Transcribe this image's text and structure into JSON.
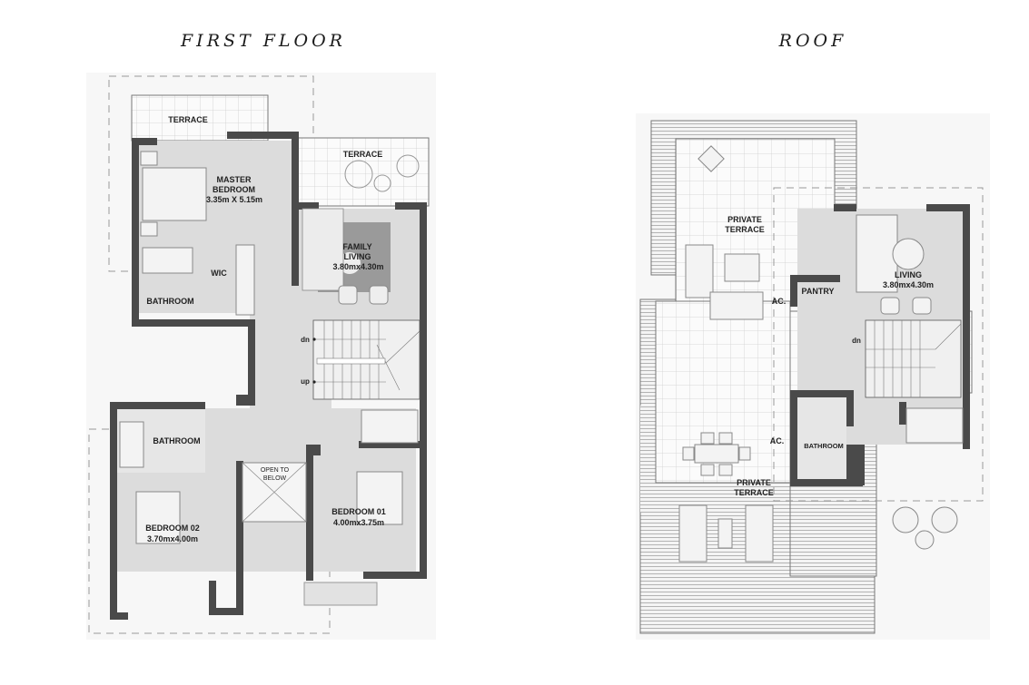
{
  "titles": {
    "first_floor": "FIRST FLOOR",
    "roof": "ROOF"
  },
  "first_floor": {
    "rooms": [
      {
        "id": "terrace-1",
        "name": "TERRACE"
      },
      {
        "id": "terrace-2",
        "name": "TERRACE"
      },
      {
        "id": "master-bedroom",
        "name": "MASTER\nBEDROOM",
        "size": "3.35m X 5.15m"
      },
      {
        "id": "family-living",
        "name": "FAMILY\nLIVING",
        "size": "3.80mx4.30m"
      },
      {
        "id": "wic",
        "name": "WIC"
      },
      {
        "id": "bathroom-master",
        "name": "BATHROOM"
      },
      {
        "id": "bathroom",
        "name": "BATHROOM"
      },
      {
        "id": "open-to-below",
        "name": "OPEN TO\nBELOW"
      },
      {
        "id": "bedroom-01",
        "name": "BEDROOM 01",
        "size": "4.00mx3.75m"
      },
      {
        "id": "bedroom-02",
        "name": "BEDROOM 02",
        "size": "3.70mx4.00m"
      }
    ],
    "stairs": {
      "down": "dn",
      "up": "up"
    }
  },
  "roof": {
    "rooms": [
      {
        "id": "private-terrace-1",
        "name": "PRIVATE\nTERRACE"
      },
      {
        "id": "living",
        "name": "LIVING",
        "size": "3.80mx4.30m"
      },
      {
        "id": "pantry",
        "name": "PANTRY"
      },
      {
        "id": "ac-1",
        "name": "AC."
      },
      {
        "id": "ac-2",
        "name": "AC."
      },
      {
        "id": "bathroom",
        "name": "BATHROOM"
      },
      {
        "id": "private-terrace-2",
        "name": "PRIVATE\nTERRACE"
      }
    ],
    "stairs": {
      "down": "dn"
    }
  },
  "colors": {
    "wall": "#4a4a4a",
    "floor": "#dcdcdc",
    "background": "#f7f7f7",
    "living_rug": "#9a9a9a"
  }
}
